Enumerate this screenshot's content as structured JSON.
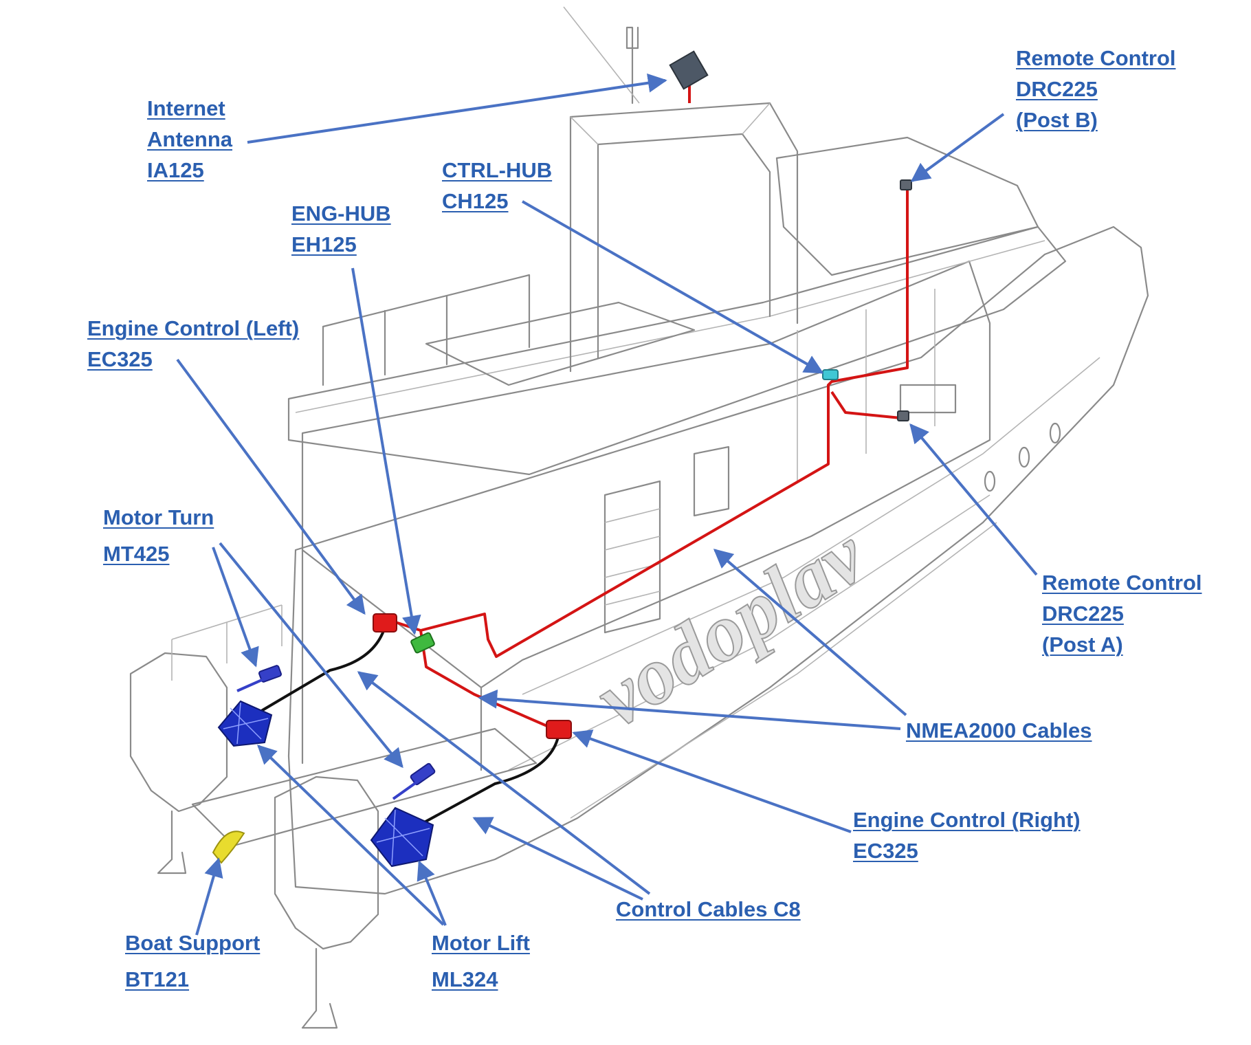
{
  "hull_brand": "vodoplav",
  "colors": {
    "label_text": "#2b5fb0",
    "leader_line": "#4a72c4",
    "nmea_cable": "#d41414",
    "control_cable": "#111111",
    "engine_control": "#e01b1b",
    "eng_hub": "#3fb93f",
    "ctrl_hub": "#40c7d4",
    "motor_lift": "#1c2fbf",
    "motor_turn": "#3540c8",
    "boat_support": "#e8dc2e",
    "antenna": "#4d5866"
  },
  "labels": {
    "internet_antenna": {
      "line1": "Internet",
      "line2": "Antenna",
      "line3": "IA125"
    },
    "ctrl_hub": {
      "line1": "CTRL-HUB",
      "line2": "CH125"
    },
    "eng_hub": {
      "line1": "ENG-HUB",
      "line2": "EH125"
    },
    "remote_control_b": {
      "line1": "Remote Control",
      "line2": "DRC225",
      "line3": "(Post B)"
    },
    "engine_control_left": {
      "line1": "Engine Control (Left)",
      "line2": "EC325"
    },
    "motor_turn": {
      "line1": "Motor Turn",
      "line2": "MT425"
    },
    "remote_control_a": {
      "line1": "Remote Control",
      "line2": "DRC225",
      "line3": "(Post A)"
    },
    "nmea_cables": {
      "line1": "NMEA2000 Cables"
    },
    "engine_control_right": {
      "line1": "Engine Control (Right)",
      "line2": "EC325"
    },
    "control_cables": {
      "line1": "Control Cables C8"
    },
    "boat_support": {
      "line1": "Boat Support",
      "line2": "BT121"
    },
    "motor_lift": {
      "line1": "Motor Lift",
      "line2": "ML324"
    }
  }
}
